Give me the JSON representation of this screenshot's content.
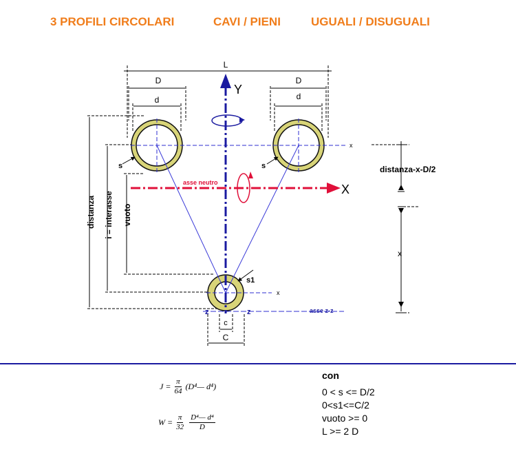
{
  "header": {
    "title_1": "3  PROFILI CIRCOLARI",
    "title_2": "CAVI / PIENI",
    "title_3": "UGUALI  / DISUGUALI"
  },
  "labels": {
    "L": "L",
    "D_left": "D",
    "d_left": "d",
    "D_right": "D",
    "d_right": "d",
    "Y": "Y",
    "X": "X",
    "x_small_right": "x",
    "x_small_bottom": "x",
    "x_dim": "x",
    "s_left": "s",
    "s_right": "s",
    "s1": "s1",
    "asse_neutro": "asse neutro",
    "distanza_xD2": "distanza-x-D/2",
    "distanza": "distanza",
    "interasse": "i = interasse",
    "vuoto": "vuoto",
    "z_left": "z",
    "z_right": "z",
    "asse_zz": "asse z-z",
    "c": "c",
    "C": "C"
  },
  "formulas": {
    "J_lhs": "J =",
    "W_lhs": "W =",
    "pi": "π",
    "den64": "64",
    "den32": "32",
    "J_rhs": "(D⁴— d⁴)",
    "W_num": "D⁴— d⁴",
    "W_den": "D"
  },
  "conditions": {
    "heading": "con",
    "c1": "0 < s <= D/2",
    "c2": "0<s1<=C/2",
    "c3": "vuoto >= 0",
    "c4": "L >= 2 D"
  },
  "colors": {
    "title": "#f07d1b",
    "tube_fill": "#d8d478",
    "y_axis": "#1a1aa0",
    "x_axis": "#e0103a",
    "thin_lines": "#2c2cd0"
  }
}
